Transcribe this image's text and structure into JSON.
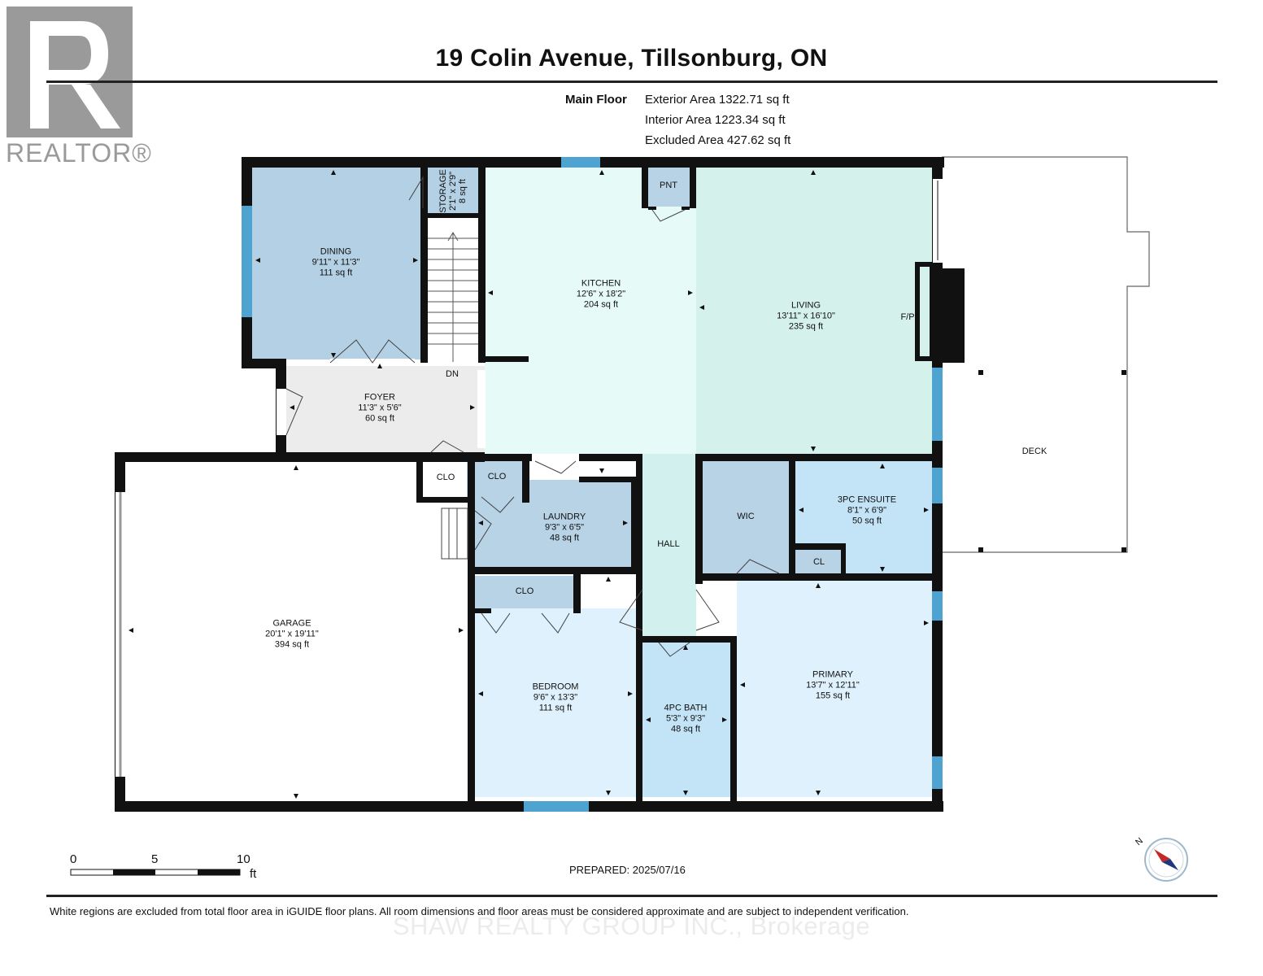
{
  "header": {
    "title": "19 Colin Avenue, Tillsonburg, ON",
    "floor_label": "Main Floor",
    "exterior_area": "Exterior Area 1322.71 sq ft",
    "interior_area": "Interior Area 1223.34 sq ft",
    "excluded_area": "Excluded Area 427.62 sq ft"
  },
  "logo": {
    "text": "REALTOR®",
    "icon": "realtor-r-logo"
  },
  "rooms": {
    "dining": {
      "name": "DINING",
      "dims": "9'11\" x 11'3\"",
      "area": "111 sq ft"
    },
    "storage": {
      "name": "STORAGE",
      "dims": "2'1\" x 2'9\"",
      "area": "8 sq ft"
    },
    "kitchen": {
      "name": "KITCHEN",
      "dims": "12'6\" x 18'2\"",
      "area": "204 sq ft"
    },
    "living": {
      "name": "LIVING",
      "dims": "13'11\" x 16'10\"",
      "area": "235 sq ft"
    },
    "foyer": {
      "name": "FOYER",
      "dims": "11'3\" x 5'6\"",
      "area": "60 sq ft"
    },
    "laundry": {
      "name": "LAUNDRY",
      "dims": "9'3\" x 6'5\"",
      "area": "48 sq ft"
    },
    "ensuite": {
      "name": "3PC ENSUITE",
      "dims": "8'1\" x 6'9\"",
      "area": "50 sq ft"
    },
    "garage": {
      "name": "GARAGE",
      "dims": "20'1\" x 19'11\"",
      "area": "394 sq ft"
    },
    "bedroom": {
      "name": "BEDROOM",
      "dims": "9'6\" x 13'3\"",
      "area": "111 sq ft"
    },
    "bath": {
      "name": "4PC BATH",
      "dims": "5'3\" x 9'3\"",
      "area": "48 sq ft"
    },
    "primary": {
      "name": "PRIMARY",
      "dims": "13'7\" x 12'11\"",
      "area": "155 sq ft"
    }
  },
  "labels": {
    "pnt": "PNT",
    "fp": "F/P",
    "dn": "DN",
    "deck": "DECK",
    "clo": "CLO",
    "wic": "WIC",
    "hall": "HALL",
    "cl": "CL"
  },
  "scale": {
    "zero": "0",
    "five": "5",
    "ten": "10",
    "unit": "ft"
  },
  "prepared": "PREPARED: 2025/07/16",
  "compass": {
    "letter": "N",
    "icon": "compass-icon"
  },
  "disclaimer": "White regions are excluded from total floor area in iGUIDE floor plans. All room dimensions and floor areas must be considered approximate and are subject to independent verification.",
  "brokerage": "SHAW REALTY GROUP INC., Brokerage",
  "colors": {
    "wall": "#111111",
    "window": "#4fa3d1",
    "dining": "#b3d0e4",
    "storage": "#b3d0e4",
    "kitchen": "#e6fbf8",
    "living": "#d5f1ec",
    "foyer": "#ececec",
    "laundry": "#b8d2e6",
    "closet": "#b8d2e6",
    "wic": "#b8d2e6",
    "ensuite": "#c3e3f7",
    "hall": "#d2f0ee",
    "bedroom": "#def1fc",
    "bath": "#c3e3f7",
    "primary": "#def1fc"
  }
}
